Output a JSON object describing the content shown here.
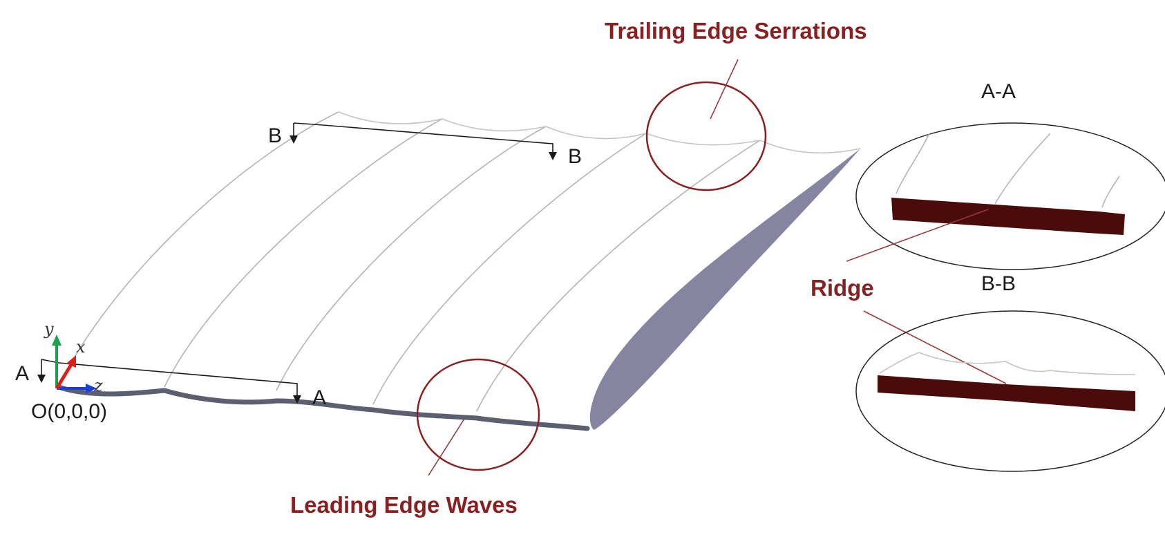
{
  "labels": {
    "trailing_edge": "Trailing Edge Serrations",
    "leading_edge": "Leading Edge Waves",
    "ridge": "Ridge",
    "section_aa": "A-A",
    "section_bb": "B-B",
    "cut_a": "A",
    "cut_b": "B",
    "origin": "O(0,0,0)"
  },
  "axes": {
    "x": "x",
    "y": "y",
    "z": "z"
  },
  "colors": {
    "callout": "#8a1f1f",
    "side_face": "#8585a2",
    "section_fill": "#4a0b0b",
    "leading_edge": "#5c5f70",
    "axis_x": "#e21b1b",
    "axis_y": "#17a34a",
    "axis_z": "#1c3fd6"
  }
}
